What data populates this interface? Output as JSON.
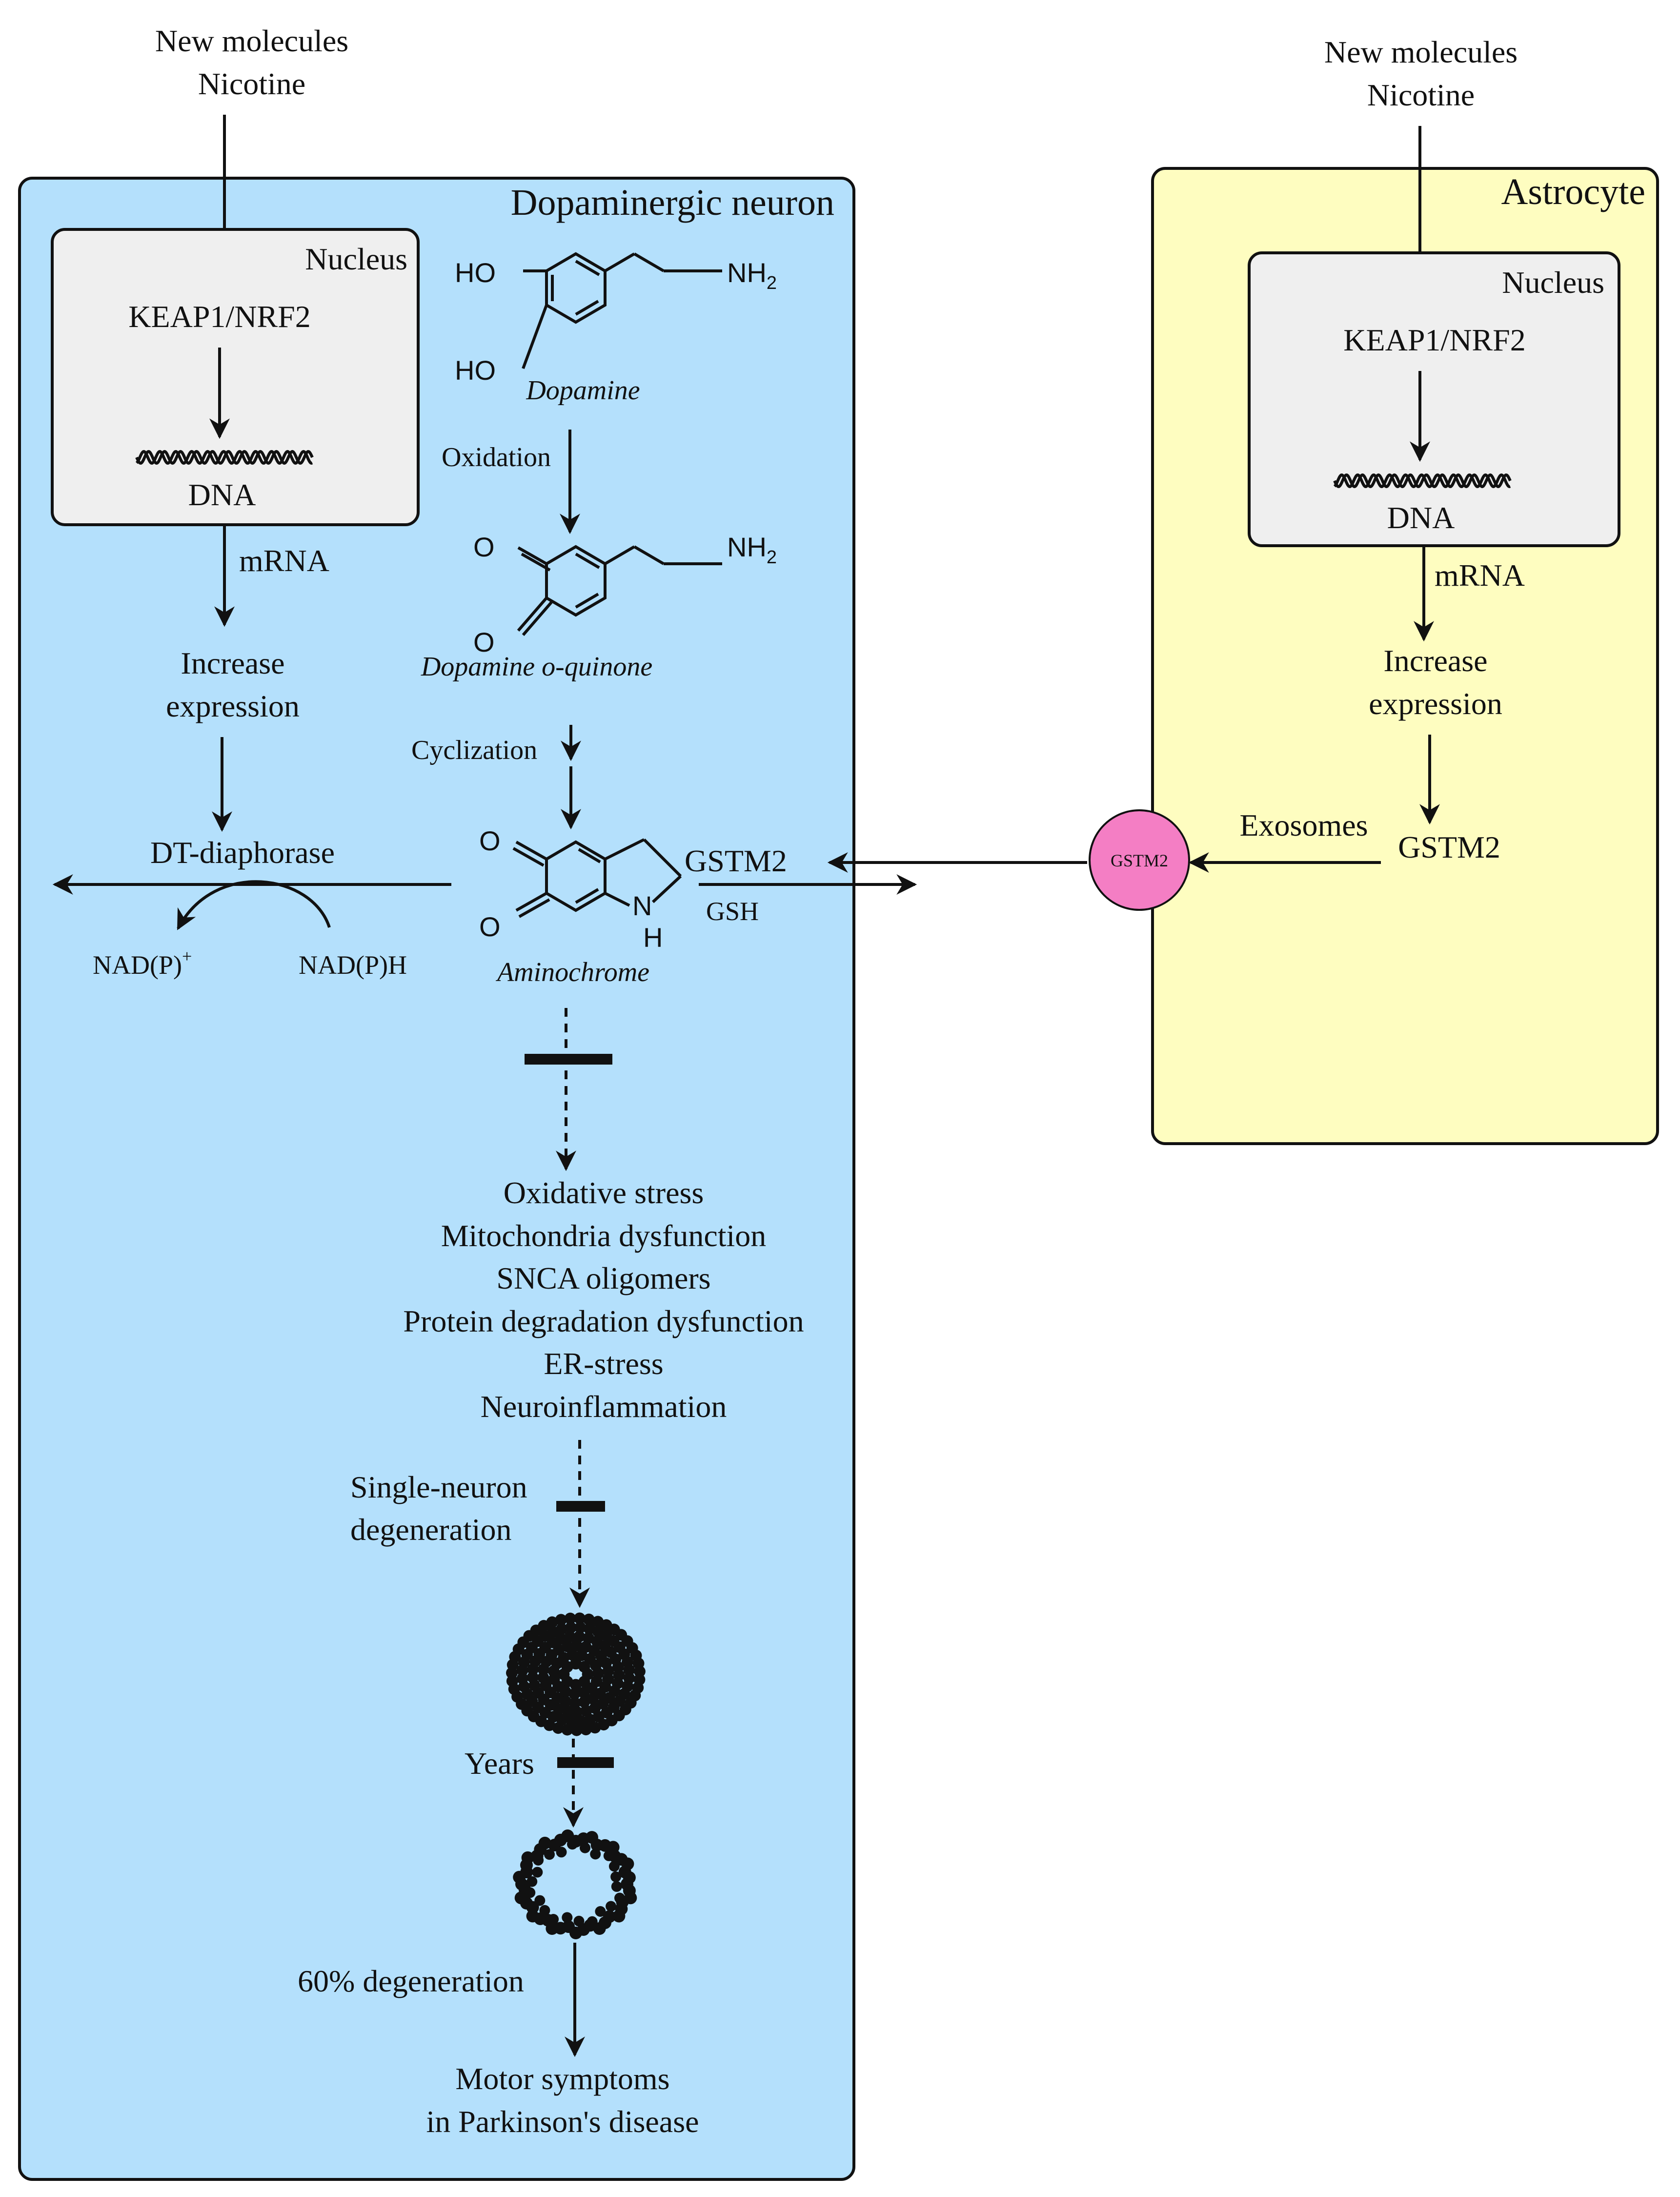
{
  "colors": {
    "neuron_fill": "#b4e0fc",
    "astrocyte_fill": "#fefdc0",
    "nucleus_fill": "#efefef",
    "compartment_label": "#8a8a8a",
    "gstm2_exosome": "#f47ec4",
    "ink": "#111111"
  },
  "neuron": {
    "title": "Dopaminergic neuron",
    "input_line1": "New molecules",
    "input_line2": "Nicotine",
    "nucleus_label": "Nucleus",
    "keap1": "KEAP1/NRF2",
    "dna": "DNA",
    "mrna": "mRNA",
    "increase_line1": "Increase",
    "increase_line2": "expression",
    "dt_diaphorase": "DT-diaphorase",
    "nadp_plus": "NAD(P)",
    "nadp_plus_sup": "+",
    "nadph": "NAD(P)H",
    "dopamine_name": "Dopamine",
    "oxidation": "Oxidation",
    "quinone_name": "Dopamine o-quinone",
    "cyclization": "Cyclization",
    "aminochrome_name": "Aminochrome",
    "gstm2": "GSTM2",
    "gsh": "GSH",
    "atoms": {
      "ho": "HO",
      "nh": "NH",
      "sub2": "2",
      "o": "O",
      "n": "N",
      "h": "H"
    },
    "effects": [
      "Oxidative stress",
      "Mitochondria dysfunction",
      "SNCA oligomers",
      "Protein degradation dysfunction",
      "ER-stress",
      "Neuroinflammation"
    ],
    "single_neuron_line1": "Single-neuron",
    "single_neuron_line2": "degeneration",
    "years": "Years",
    "degeneration_60": "60% degeneration",
    "motor_line1": "Motor symptoms",
    "motor_line2": "in Parkinson's disease"
  },
  "astrocyte": {
    "title": "Astrocyte",
    "input_line1": "New molecules",
    "input_line2": "Nicotine",
    "nucleus_label": "Nucleus",
    "keap1": "KEAP1/NRF2",
    "dna": "DNA",
    "mrna": "mRNA",
    "increase_line1": "Increase",
    "increase_line2": "expression",
    "gstm2": "GSTM2",
    "exosomes": "Exosomes",
    "exosome_label": "GSTM2"
  }
}
